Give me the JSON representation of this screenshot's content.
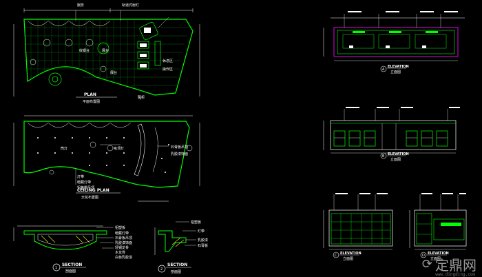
{
  "plan": {
    "title": "PLAN",
    "subtitle": "平面布置图",
    "annotations": [
      "服务",
      "轨道式射灯",
      "收银台",
      "展台",
      "休息区",
      "操作区",
      "展台",
      "展柜"
    ]
  },
  "ceiling_plan": {
    "title": "CEILING PLAN",
    "subtitle": "天花布置图",
    "annotations": [
      "筒灯",
      "吸顶灯",
      "灯带",
      "暗藏灯带",
      "铝格栅吊顶",
      "石膏板吊顶",
      "乳胶漆饰面"
    ]
  },
  "section_a": {
    "number": "1",
    "title": "SECTION",
    "subtitle": "剖面图",
    "annotations": [
      "铝塑板",
      "暗藏灯带",
      "石膏板吊顶",
      "乳胶漆饰面",
      "轻钢龙骨",
      "木龙骨",
      "白色乳胶漆"
    ]
  },
  "section_b": {
    "number": "2",
    "title": "SECTION",
    "subtitle": "剖面图",
    "annotations": [
      "铝塑板",
      "灯带",
      "乳胶漆",
      "石膏板"
    ]
  },
  "elevation_a": {
    "number": "A",
    "title": "ELEVATION",
    "subtitle": "立面图"
  },
  "elevation_b": {
    "number": "B",
    "title": "ELEVATION",
    "subtitle": "立面图"
  },
  "elevation_c": {
    "number": "C",
    "title": "ELEVATION",
    "subtitle": "立面图"
  },
  "elevation_d": {
    "number": "D",
    "title": "ELEVATION",
    "subtitle": "立面图"
  },
  "watermark": {
    "brand": "定鼎网",
    "url": "www.dingding.com"
  },
  "colors": {
    "background": "#000000",
    "primary": "#00ff00",
    "secondary": "#ffffff",
    "accent": "#ff00ff",
    "highlight": "#ffff00"
  }
}
